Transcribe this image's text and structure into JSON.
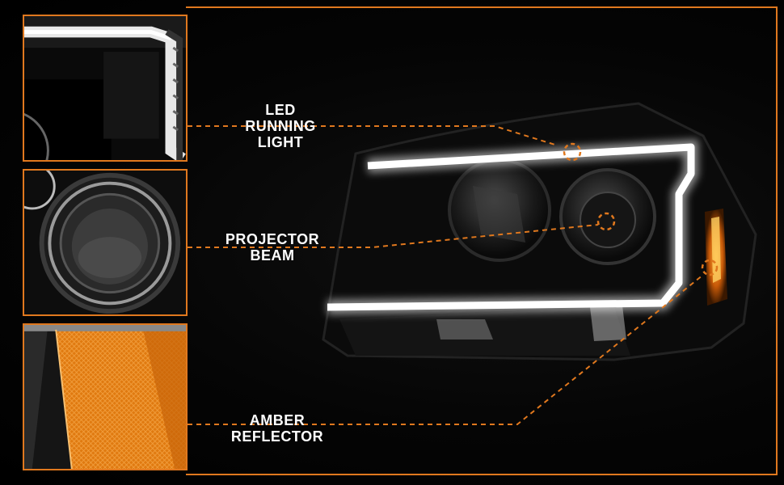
{
  "features": [
    {
      "id": "led",
      "lines": [
        "LED",
        "RUNNING",
        "LIGHT"
      ]
    },
    {
      "id": "projector",
      "lines": [
        "PROJECTOR",
        "BEAM"
      ]
    },
    {
      "id": "amber",
      "lines": [
        "AMBER",
        "REFLECTOR"
      ]
    }
  ],
  "colors": {
    "accent": "#e0781e",
    "background": "#000000",
    "label": "#ffffff"
  }
}
